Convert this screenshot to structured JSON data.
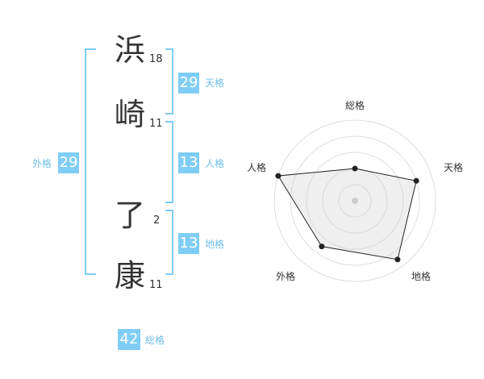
{
  "name": {
    "chars": [
      {
        "char": "浜",
        "strokes": "18"
      },
      {
        "char": "崎",
        "strokes": "11"
      },
      {
        "char": "了",
        "strokes": "2"
      },
      {
        "char": "康",
        "strokes": "11"
      }
    ]
  },
  "fortunes": {
    "tenkaku": {
      "value": "29",
      "label": "天格"
    },
    "jinkaku": {
      "value": "13",
      "label": "人格"
    },
    "chikaku": {
      "value": "13",
      "label": "地格"
    },
    "gaikaku": {
      "value": "29",
      "label": "外格"
    },
    "soukaku": {
      "value": "42",
      "label": "総格"
    }
  },
  "radar": {
    "labels": {
      "top": "総格",
      "right": "天格",
      "bottom_right": "地格",
      "bottom_left": "外格",
      "left": "人格"
    },
    "levels": {
      "souka": 0.4,
      "tenkaku": 0.8,
      "chikaku": 0.9,
      "gaikaku": 0.7,
      "jinkaku": 1.0
    }
  },
  "colors": {
    "accent": "#7fcdf6",
    "label": "#6fbfe9",
    "text": "#333333"
  }
}
